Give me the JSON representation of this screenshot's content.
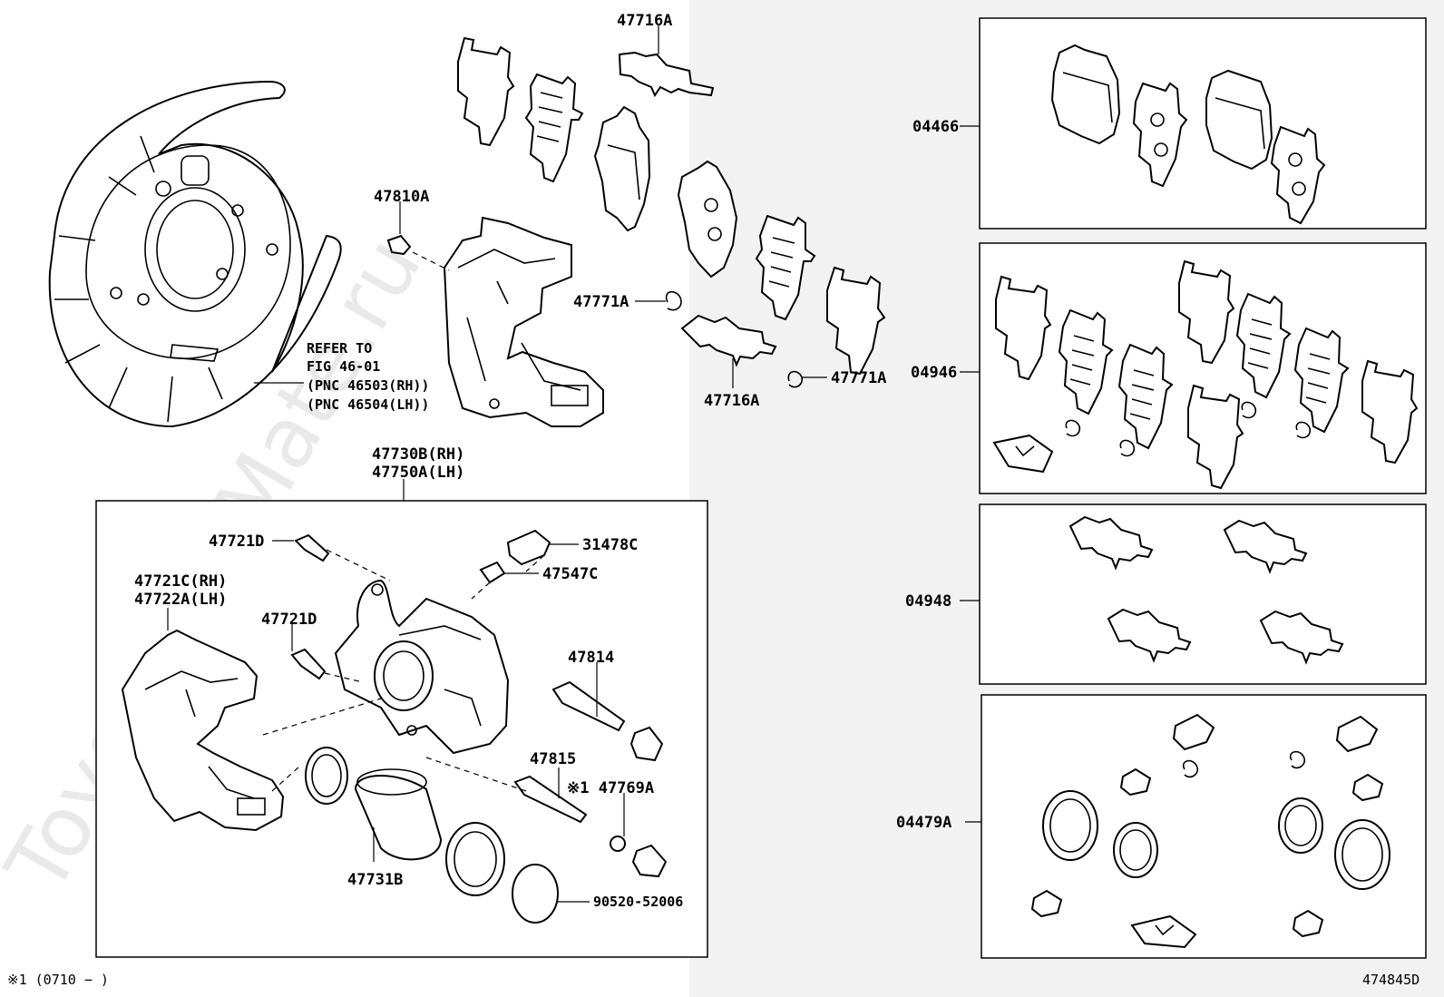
{
  "watermark": "ToyotaCarMate.ru",
  "labels": {
    "p47716a_top": "47716A",
    "p47810a": "47810A",
    "p47771a_left": "47771A",
    "p47771a_right": "47771A",
    "p47716a_bottom": "47716A",
    "refer_1": "REFER TO",
    "refer_2": "FIG 46-01",
    "refer_3": "(PNC 46503(RH))",
    "refer_4": "(PNC 46504(LH))",
    "p47730b": "47730B(RH)",
    "p47750a": "47750A(LH)",
    "p47721d_top": "47721D",
    "p31478c": "31478C",
    "p47547c": "47547C",
    "p47721c": "47721C(RH)",
    "p47722a": "47722A(LH)",
    "p47721d_mid": "47721D",
    "p47814": "47814",
    "p47815": "47815",
    "p47769a": "※1 47769A",
    "p47731b": "47731B",
    "p90520": "90520-52006",
    "k04466": "04466",
    "k04946": "04946",
    "k04948": "04948",
    "k04479a": "04479A"
  },
  "footnote": "※1 (0710 −       )",
  "diagram_id": "474845D"
}
